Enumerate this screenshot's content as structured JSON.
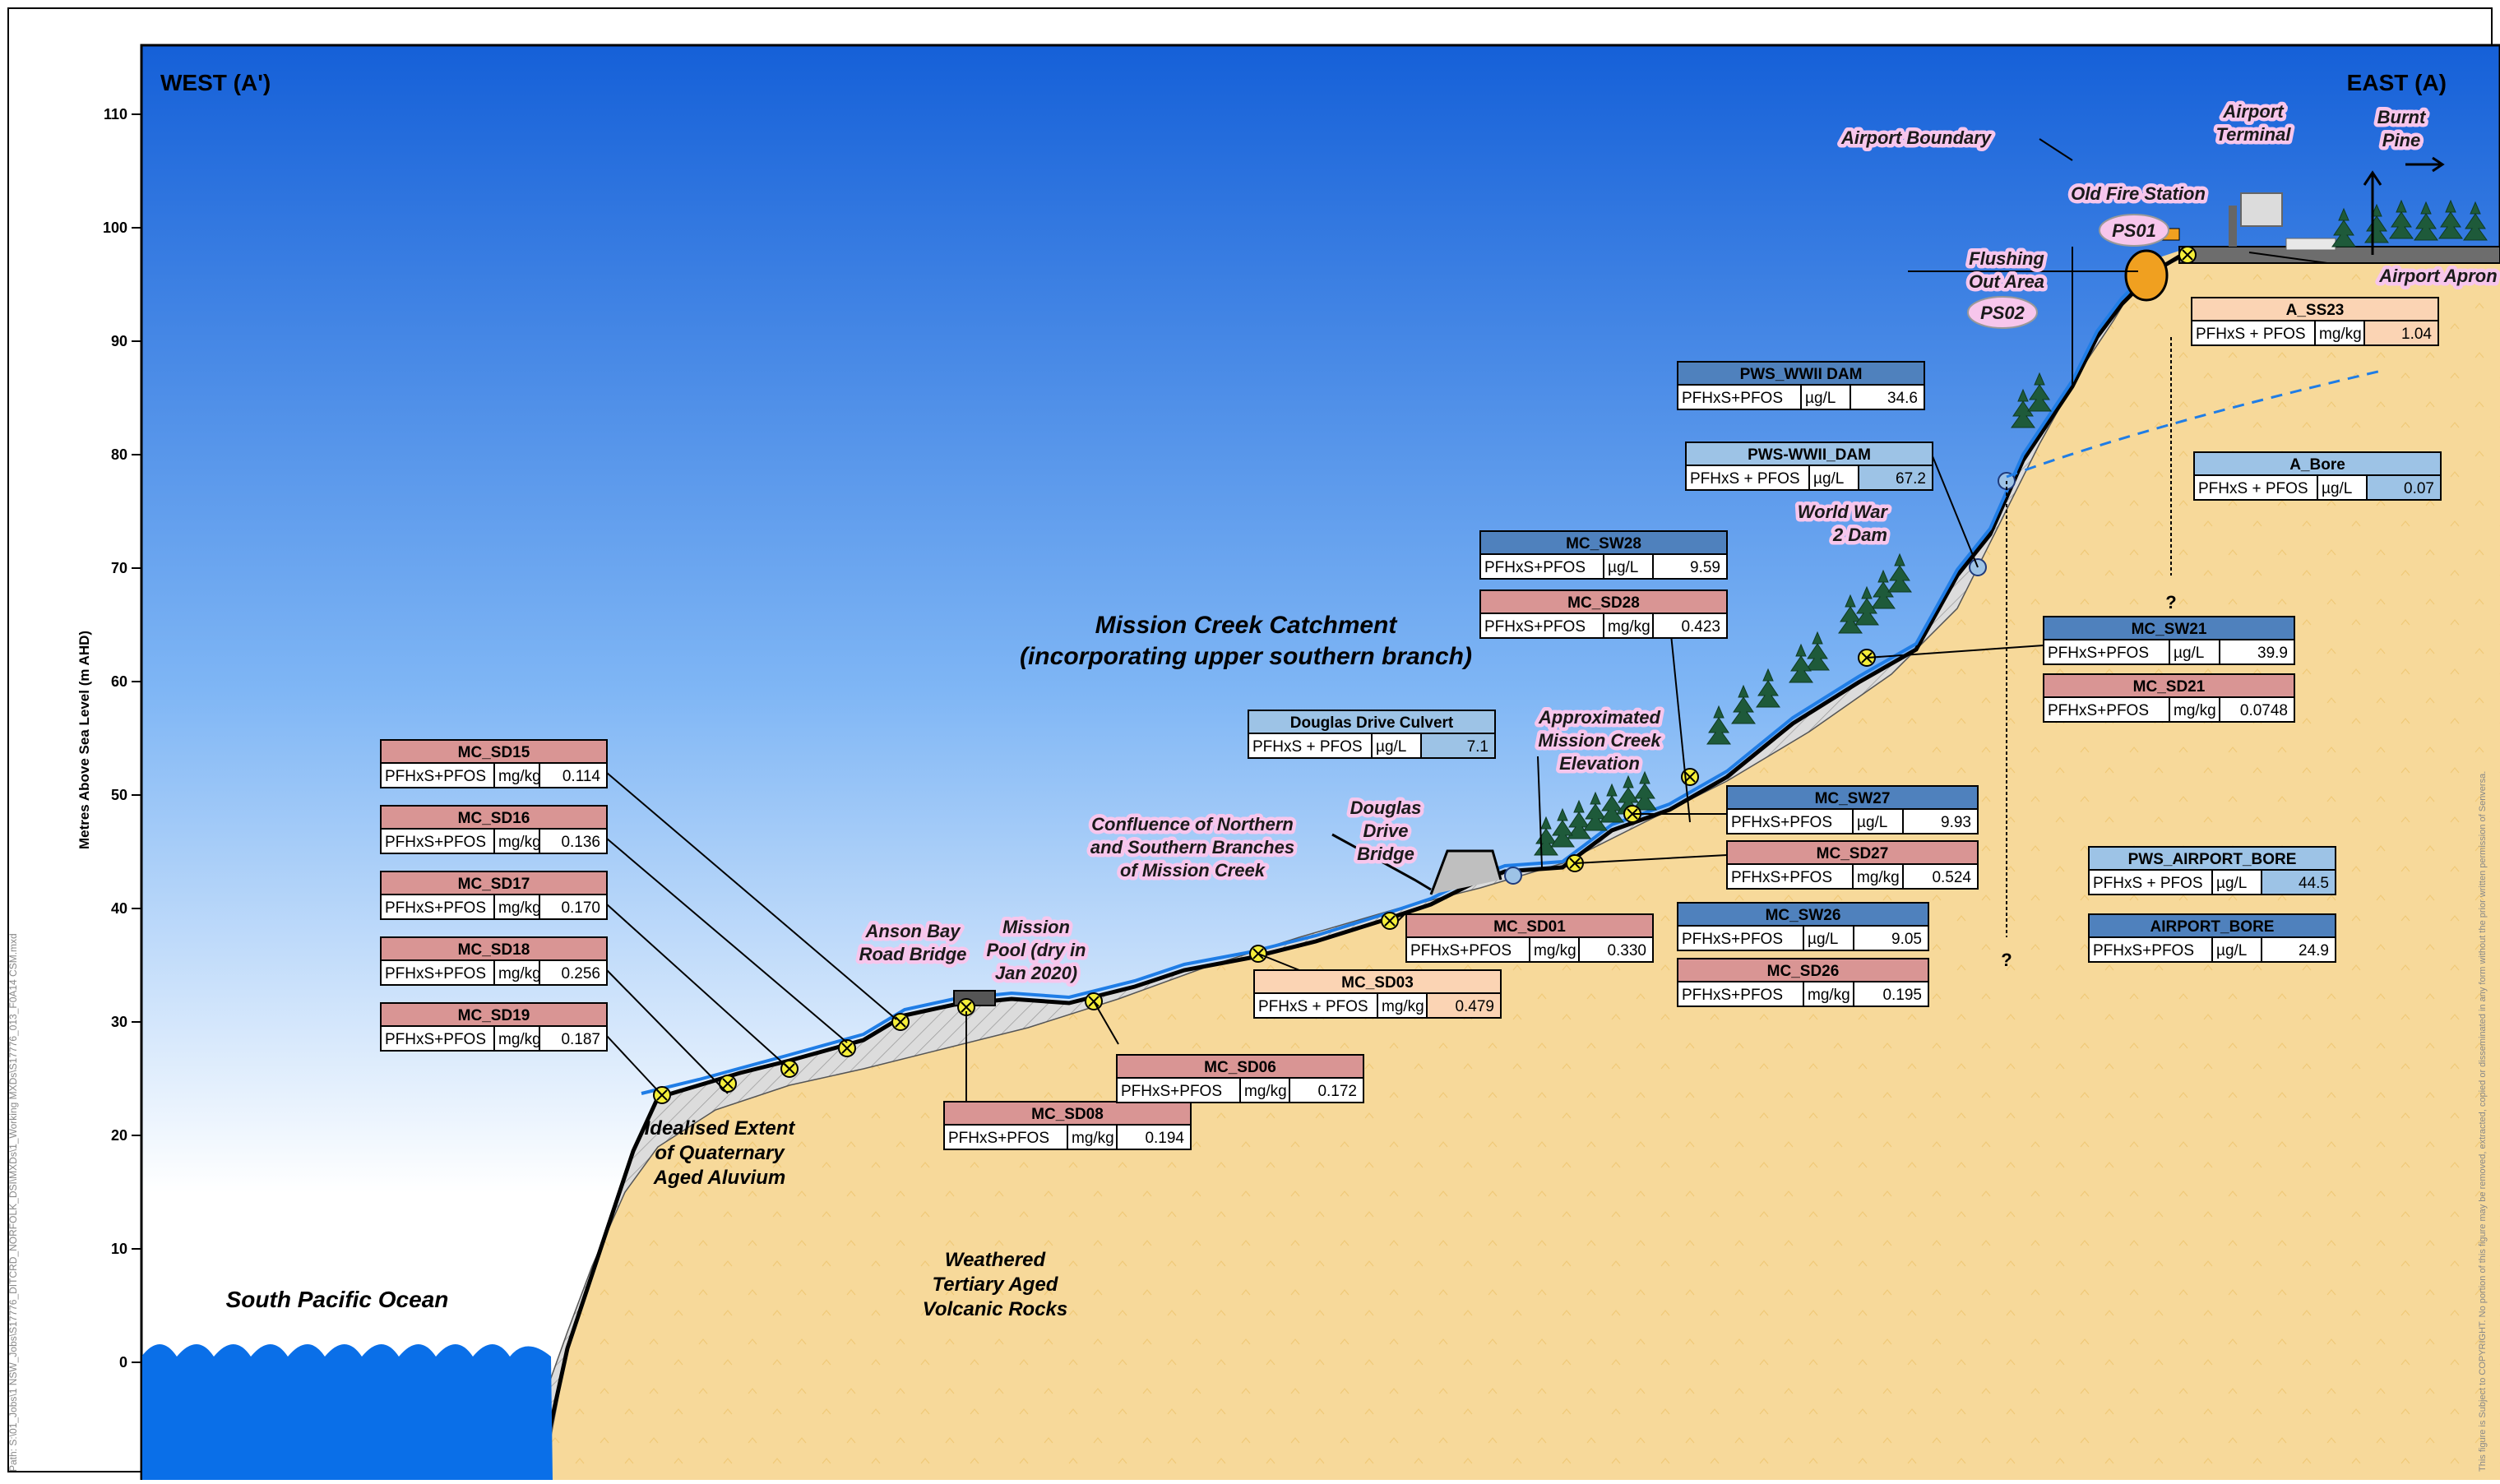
{
  "header": {
    "west_label": "WEST (A')",
    "east_label": "EAST (A)"
  },
  "y_axis": {
    "title": "Metres Above Sea Level (m AHD)",
    "ticks": [
      0,
      10,
      20,
      30,
      40,
      50,
      60,
      70,
      80,
      90,
      100,
      110
    ]
  },
  "labels": {
    "ocean": "South Pacific Ocean",
    "catchment_line1": "Mission Creek Catchment",
    "catchment_line2": "(incorporating upper southern branch)",
    "alluvium": [
      "Idealised Extent",
      "of Quaternary",
      "Aged Aluvium"
    ],
    "volcanic": [
      "Weathered",
      "Tertiary Aged",
      "Volcanic Rocks"
    ]
  },
  "callouts": {
    "airport_boundary": "Airport Boundary",
    "airport_terminal": [
      "Airport",
      "Terminal"
    ],
    "burnt_pine": [
      "Burnt",
      "Pine"
    ],
    "old_fire_station": "Old Fire Station",
    "ps01": "PS01",
    "ps02": "PS02",
    "flushing": [
      "Flushing",
      "Out Area"
    ],
    "airport_apron": "Airport Apron",
    "ww2_dam": [
      "World War",
      "2 Dam"
    ],
    "approx_creek": [
      "Approximated",
      "Mission Creek",
      "Elevation"
    ],
    "douglas_bridge": [
      "Douglas",
      "Drive",
      "Bridge"
    ],
    "confluence": [
      "Confluence of Northern",
      "and Southern Branches",
      "of Mission Creek"
    ],
    "anson_bay": [
      "Anson Bay",
      "Road Bridge"
    ],
    "mission_pool": [
      "Mission",
      "Pool (dry in",
      "Jan 2020)"
    ],
    "question_mark": "?"
  },
  "tables": [
    {
      "id": "MC_SD15",
      "param": "PFHxS+PFOS",
      "unit": "mg/kg",
      "value": "0.114",
      "color": "#d99594"
    },
    {
      "id": "MC_SD16",
      "param": "PFHxS+PFOS",
      "unit": "mg/kg",
      "value": "0.136",
      "color": "#d99594"
    },
    {
      "id": "MC_SD17",
      "param": "PFHxS+PFOS",
      "unit": "mg/kg",
      "value": "0.170",
      "color": "#d99594"
    },
    {
      "id": "MC_SD18",
      "param": "PFHxS+PFOS",
      "unit": "mg/kg",
      "value": "0.256",
      "color": "#d99594"
    },
    {
      "id": "MC_SD19",
      "param": "PFHxS+PFOS",
      "unit": "mg/kg",
      "value": "0.187",
      "color": "#d99594"
    },
    {
      "id": "MC_SD08",
      "param": "PFHxS+PFOS",
      "unit": "mg/kg",
      "value": "0.194",
      "color": "#d99594"
    },
    {
      "id": "MC_SD06",
      "param": "PFHxS+PFOS",
      "unit": "mg/kg",
      "value": "0.172",
      "color": "#d99594"
    },
    {
      "id": "MC_SD03",
      "param": "PFHxS + PFOS",
      "unit": "mg/kg",
      "value": "0.479",
      "color": "#fbd4b4",
      "hl": "#fbd4b4"
    },
    {
      "id": "MC_SD01",
      "param": "PFHxS+PFOS",
      "unit": "mg/kg",
      "value": "0.330",
      "color": "#d99594"
    },
    {
      "id": "Douglas Drive Culvert",
      "param": "PFHxS + PFOS",
      "unit": "µg/L",
      "value": "7.1",
      "color": "#9dc3e6",
      "hl": "#9dc3e6"
    },
    {
      "id": "MC_SW28",
      "param": "PFHxS+PFOS",
      "unit": "µg/L",
      "value": "9.59",
      "color": "#4f81bd"
    },
    {
      "id": "MC_SD28",
      "param": "PFHxS+PFOS",
      "unit": "mg/kg",
      "value": "0.423",
      "color": "#d99594"
    },
    {
      "id": "MC_SW27",
      "param": "PFHxS+PFOS",
      "unit": "µg/L",
      "value": "9.93",
      "color": "#4f81bd"
    },
    {
      "id": "MC_SD27",
      "param": "PFHxS+PFOS",
      "unit": "mg/kg",
      "value": "0.524",
      "color": "#d99594"
    },
    {
      "id": "MC_SW26",
      "param": "PFHxS+PFOS",
      "unit": "µg/L",
      "value": "9.05",
      "color": "#4f81bd"
    },
    {
      "id": "MC_SD26",
      "param": "PFHxS+PFOS",
      "unit": "mg/kg",
      "value": "0.195",
      "color": "#d99594"
    },
    {
      "id": "PWS_WWII DAM",
      "param": "PFHxS+PFOS",
      "unit": "µg/L",
      "value": "34.6",
      "color": "#4f81bd"
    },
    {
      "id": "PWS-WWII_DAM",
      "param": "PFHxS + PFOS",
      "unit": "µg/L",
      "value": "67.2",
      "color": "#9dc3e6",
      "hl": "#9dc3e6"
    },
    {
      "id": "MC_SW21",
      "param": "PFHxS+PFOS",
      "unit": "µg/L",
      "value": "39.9",
      "color": "#4f81bd"
    },
    {
      "id": "MC_SD21",
      "param": "PFHxS+PFOS",
      "unit": "mg/kg",
      "value": "0.0748",
      "color": "#d99594"
    },
    {
      "id": "A_SS23",
      "param": "PFHxS + PFOS",
      "unit": "mg/kg",
      "value": "1.04",
      "color": "#fbd4b4",
      "hl": "#fbd4b4"
    },
    {
      "id": "A_Bore",
      "param": "PFHxS + PFOS",
      "unit": "µg/L",
      "value": "0.07",
      "color": "#9dc3e6",
      "hl": "#9dc3e6"
    },
    {
      "id": "PWS_AIRPORT_BORE",
      "param": "PFHxS + PFOS",
      "unit": "µg/L",
      "value": "44.5",
      "color": "#9dc3e6",
      "hl": "#9dc3e6"
    },
    {
      "id": "AIRPORT_BORE",
      "param": "PFHxS+PFOS",
      "unit": "µg/L",
      "value": "24.9",
      "color": "#4f81bd"
    }
  ],
  "side_text_left": "Path: S:\\01_Jobs\\1 NSW_Jobs\\S17776_DITCRD_NORFOLK_DSI\\MXDs\\1_Working MXDs\\S17776_013_F0A14 CSM.mxd",
  "side_text_right": "This figure is Subject to COPYRIGHT. No portion of this figure may be removed, extracted, copied or disseminated in any form without the prior written permission of Senversa.",
  "colors": {
    "sky_top": "#1e6fe0",
    "sky_bottom": "#ffffff",
    "ocean": "#0a6fe8",
    "rock": "#f7d99a",
    "alluvium": "#d9d9d9",
    "creek_line": "#1f7de6",
    "callout_pink": "#f7c6ec",
    "sample_yellow": "#f5ef3a"
  }
}
